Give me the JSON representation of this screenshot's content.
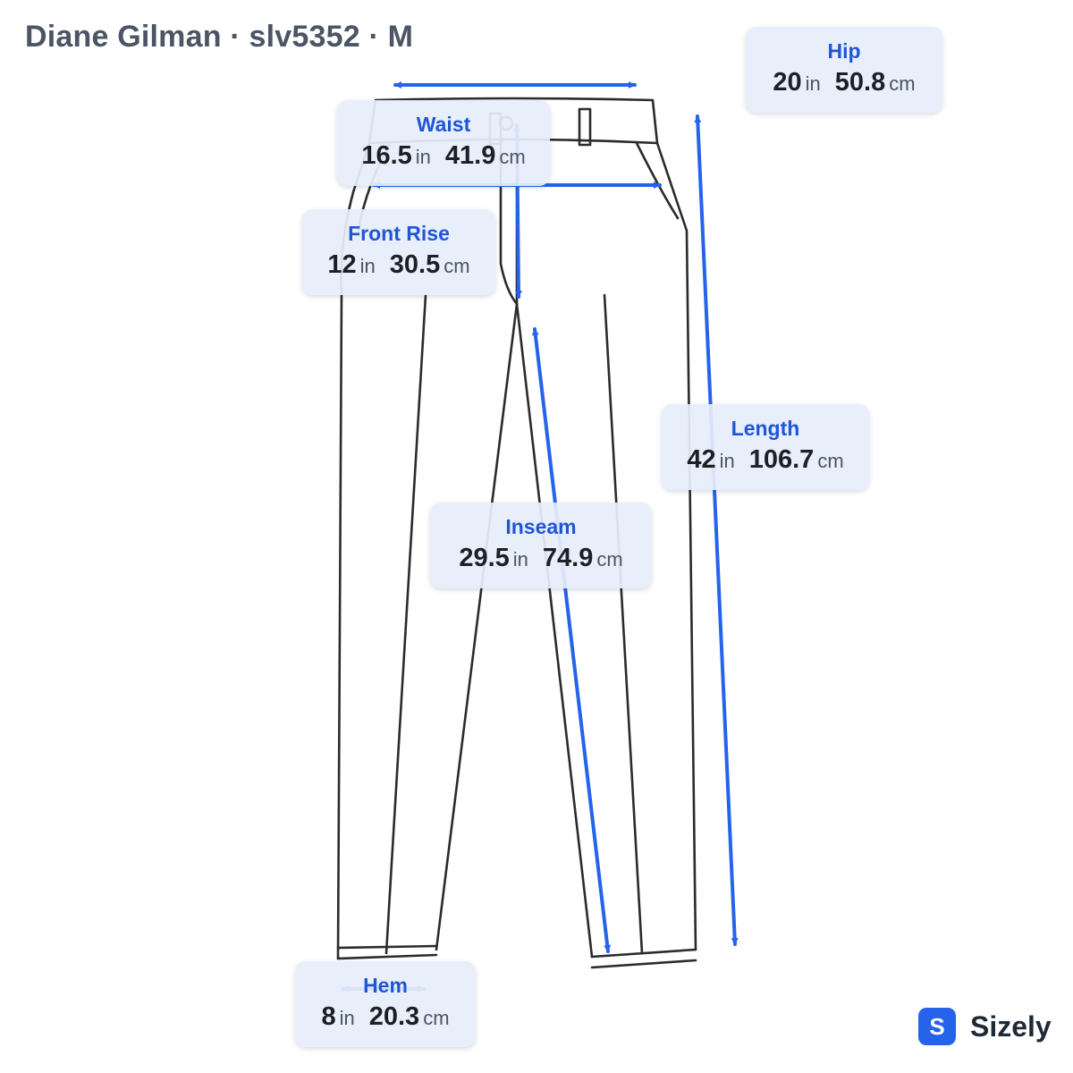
{
  "title": "Diane Gilman · slv5352 · M",
  "accent_color": "#2563eb",
  "garment": "pants",
  "measurements": {
    "hip": {
      "label": "Hip",
      "in": "20",
      "in_unit": "in",
      "cm": "50.8",
      "cm_unit": "cm"
    },
    "waist": {
      "label": "Waist",
      "in": "16.5",
      "in_unit": "in",
      "cm": "41.9",
      "cm_unit": "cm"
    },
    "front_rise": {
      "label": "Front Rise",
      "in": "12",
      "in_unit": "in",
      "cm": "30.5",
      "cm_unit": "cm"
    },
    "length": {
      "label": "Length",
      "in": "42",
      "in_unit": "in",
      "cm": "106.7",
      "cm_unit": "cm"
    },
    "inseam": {
      "label": "Inseam",
      "in": "29.5",
      "in_unit": "in",
      "cm": "74.9",
      "cm_unit": "cm"
    },
    "hem": {
      "label": "Hem",
      "in": "8",
      "in_unit": "in",
      "cm": "20.3",
      "cm_unit": "cm"
    }
  },
  "brand": {
    "icon_letter": "S",
    "name": "Sizely"
  }
}
